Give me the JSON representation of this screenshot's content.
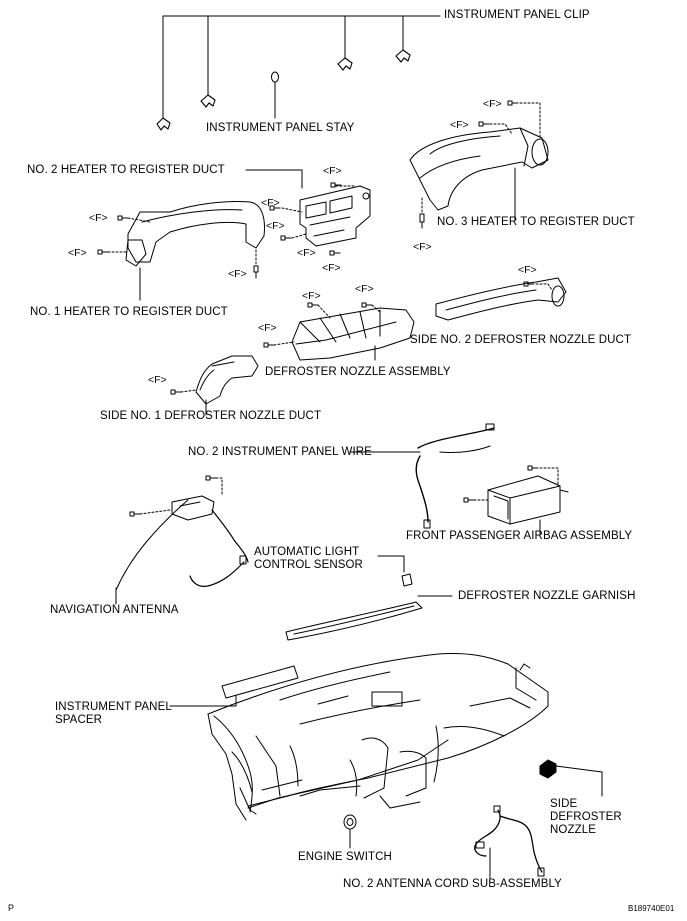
{
  "labels": {
    "instrument_panel_clip": "INSTRUMENT PANEL CLIP",
    "instrument_panel_stay": "INSTRUMENT PANEL STAY",
    "no2_heater_duct": "NO. 2 HEATER TO REGISTER DUCT",
    "no3_heater_duct": "NO. 3 HEATER TO REGISTER DUCT",
    "no1_heater_duct": "NO. 1 HEATER TO REGISTER DUCT",
    "side_no2_defroster_duct": "SIDE NO. 2 DEFROSTER NOZZLE DUCT",
    "defroster_nozzle_assembly": "DEFROSTER NOZZLE ASSEMBLY",
    "side_no1_defroster_duct": "SIDE NO. 1 DEFROSTER NOZZLE DUCT",
    "no2_instrument_panel_wire": "NO. 2 INSTRUMENT PANEL WIRE",
    "front_passenger_airbag": "FRONT PASSENGER AIRBAG ASSEMBLY",
    "automatic_light_sensor": "AUTOMATIC LIGHT CONTROL SENSOR",
    "navigation_antenna": "NAVIGATION ANTENNA",
    "defroster_nozzle_garnish": "DEFROSTER NOZZLE GARNISH",
    "instrument_panel_spacer": "INSTRUMENT PANEL SPACER",
    "side_defroster_nozzle": "SIDE DEFROSTER NOZZLE",
    "engine_switch": "ENGINE SWITCH",
    "no2_antenna_cord": "NO. 2 ANTENNA CORD SUB-ASSEMBLY"
  },
  "fastener_mark": "<F>",
  "corner_left": "P",
  "figure_code": "B189740E01"
}
